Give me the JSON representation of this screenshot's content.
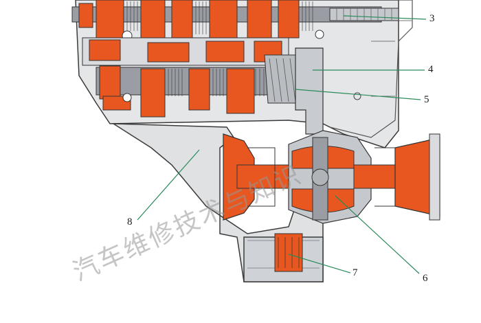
{
  "callouts": {
    "c3": "3",
    "c4": "4",
    "c5": "5",
    "c6": "6",
    "c7": "7",
    "c8": "8"
  },
  "watermark": "汽车维修技术与知识",
  "colors": {
    "housing": "#cfd2d6",
    "housing_dark": "#a9adb2",
    "shaft": "#8f9399",
    "section_orange": "#e8571f",
    "leader_line": "#2a8a5a",
    "outline": "#3a3a3a"
  }
}
